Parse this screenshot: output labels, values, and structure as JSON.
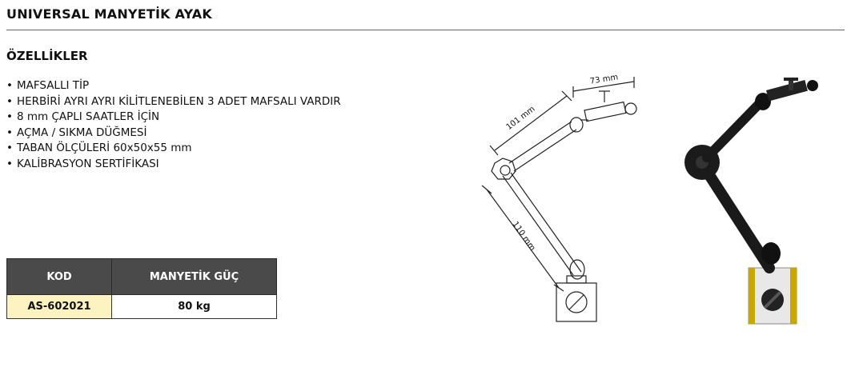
{
  "header": {
    "title": "UNIVERSAL MANYETİK AYAK"
  },
  "section": {
    "title": "ÖZELLİKLER"
  },
  "features": [
    "MAFSALLI TİP",
    "HERBİRİ AYRI AYRI KİLİTLENEBİLEN 3 ADET MAFSALI VARDIR",
    "8 mm ÇAPLI SAATLER İÇİN",
    "AÇMA / SIKMA DÜĞMESİ",
    "TABAN ÖLÇÜLERİ 60x50x55 mm",
    "KALİBRASYON SERTİFİKASI"
  ],
  "spec_table": {
    "headers": [
      "KOD",
      "MANYETİK GÜÇ"
    ],
    "rows": [
      {
        "code": "AS-602021",
        "power": "80 kg"
      }
    ]
  },
  "diagram": {
    "dim_upper_arm": "101 mm",
    "dim_lower_arm": "110 mm",
    "dim_head": "73 mm"
  },
  "colors": {
    "header_bg": "#4a4a4a",
    "code_cell_bg": "#fdf3c2"
  }
}
